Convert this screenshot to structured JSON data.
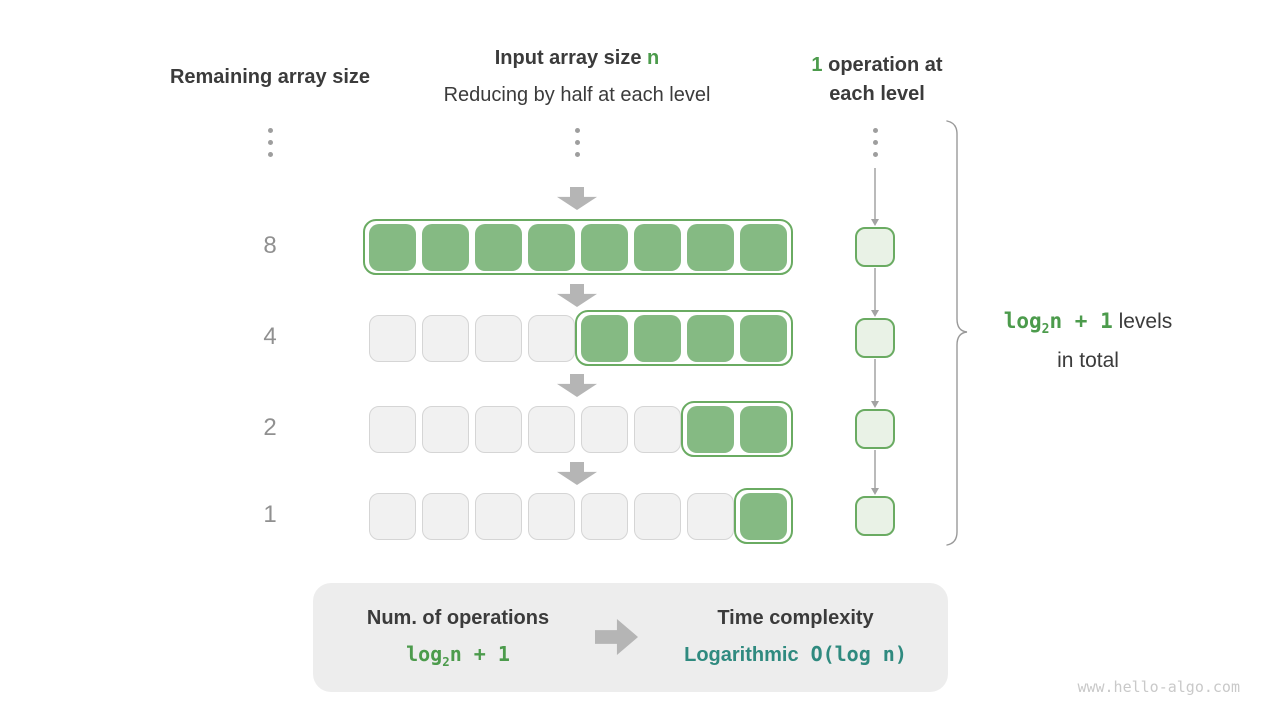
{
  "colors": {
    "accent_green": "#4c9b4c",
    "teal": "#2f8a7f",
    "dark_text": "#3b3b3b",
    "muted_text": "#909090",
    "cell_green": "#85ba83",
    "cell_gray_fill": "#f1f1f1",
    "cell_gray_border": "#d5d5d5",
    "group_border": "#6aab62",
    "op_fill": "#e9f2e6",
    "arrow_gray": "#b5b5b5",
    "line_gray": "#a3a3a3",
    "dot_gray": "#9e9e9e",
    "brace_gray": "#999999",
    "summary_bg": "#ededed",
    "watermark_gray": "#c9c9c9"
  },
  "headers": {
    "left": "Remaining array size",
    "middle_title_prefix": "Input array size ",
    "middle_title_accent": "n",
    "middle_subtitle": "Reducing by half at each level",
    "right_accent": "1",
    "right_line1": " operation at",
    "right_line2": "each level"
  },
  "diagram": {
    "total_cells": 8,
    "rows": [
      {
        "remaining_size": "8",
        "gray_cells": 0,
        "green_cells": 8
      },
      {
        "remaining_size": "4",
        "gray_cells": 4,
        "green_cells": 4
      },
      {
        "remaining_size": "2",
        "gray_cells": 6,
        "green_cells": 2
      },
      {
        "remaining_size": "1",
        "gray_cells": 7,
        "green_cells": 1
      }
    ],
    "operations_per_level": "1"
  },
  "brace_label": {
    "formula_pre": "log",
    "formula_sub": "2",
    "formula_post": "n + 1",
    "line1_rest": " levels",
    "line2": "in total"
  },
  "summary": {
    "left_title": "Num. of operations",
    "formula_pre": "log",
    "formula_sub": "2",
    "formula_post": "n + 1",
    "right_title": "Time complexity",
    "right_word": "Logarithmic",
    "right_code": "O(log n)"
  },
  "watermark": "www.hello-algo.com"
}
